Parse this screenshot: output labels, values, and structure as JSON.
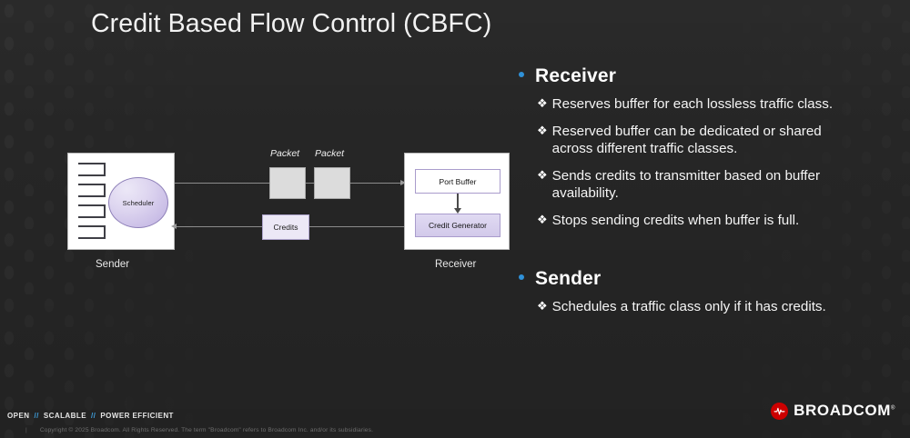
{
  "slide": {
    "title": "Credit Based Flow Control (CBFC)",
    "background_color": "#262626",
    "accent_blue": "#2f91d8",
    "brand_red": "#cc0000"
  },
  "diagram": {
    "sender": {
      "caption": "Sender",
      "scheduler_label": "Scheduler",
      "queue_count": 4
    },
    "receiver": {
      "caption": "Receiver",
      "port_buffer_label": "Port Buffer",
      "credit_generator_label": "Credit Generator"
    },
    "packets": [
      {
        "label": "Packet"
      },
      {
        "label": "Packet"
      }
    ],
    "credits_label": "Credits",
    "flow_forward_direction": "right",
    "flow_return_direction": "left"
  },
  "content": {
    "sections": [
      {
        "heading": "Receiver",
        "bullet_mark": "❖",
        "bullets": [
          "Reserves buffer for each lossless traffic class.",
          "Reserved buffer can be dedicated or shared across different traffic classes.",
          "Sends credits to transmitter based on buffer availability.",
          "Stops sending credits when buffer is full."
        ]
      },
      {
        "heading": "Sender",
        "bullet_mark": "❖",
        "bullets": [
          "Schedules a traffic class only if it has credits."
        ]
      }
    ]
  },
  "footer": {
    "tagline_parts": [
      "OPEN",
      "SCALABLE",
      "POWER EFFICIENT"
    ],
    "separator": "//",
    "copyright": "Copyright © 2025 Broadcom.  All Rights Reserved. The term \"Broadcom\" refers to Broadcom Inc. and/or its subsidiaries.",
    "logo_text": "BROADCOM",
    "logo_registered": "®"
  }
}
